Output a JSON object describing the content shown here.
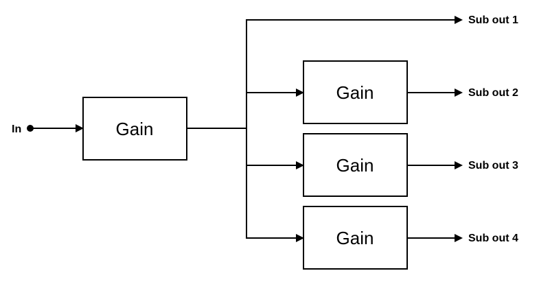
{
  "input_label": "In",
  "main_block": {
    "label": "Gain"
  },
  "sub_blocks": [
    {
      "label": "Gain"
    },
    {
      "label": "Gain"
    },
    {
      "label": "Gain"
    }
  ],
  "outputs": [
    "Sub out 1",
    "Sub out 2",
    "Sub out 3",
    "Sub out 4"
  ]
}
